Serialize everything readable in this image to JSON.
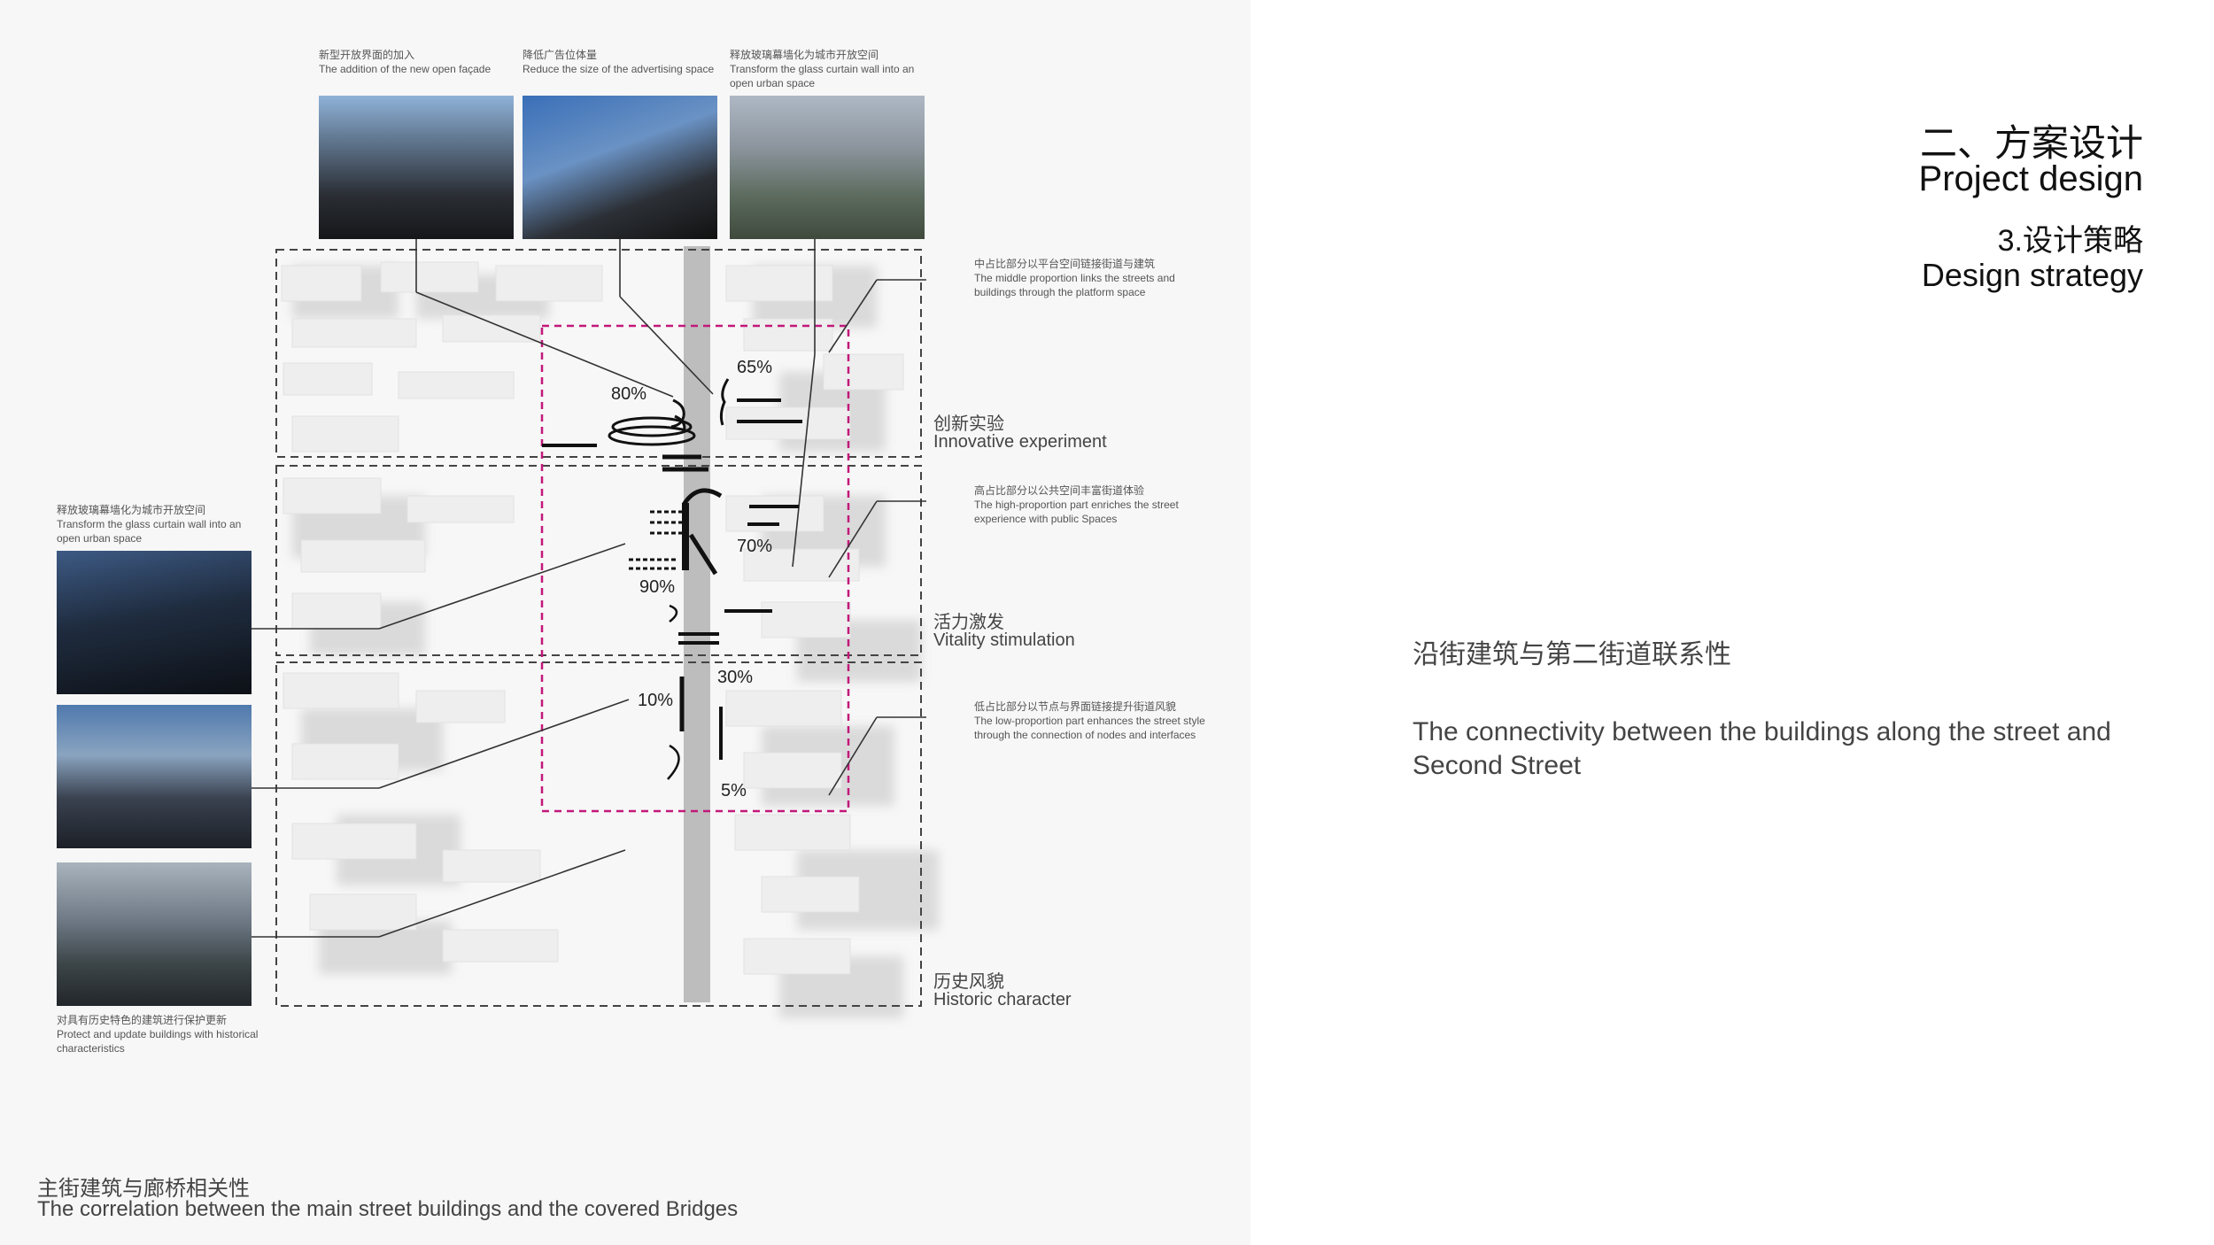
{
  "header": {
    "section_cn": "二、方案设计",
    "section_en": "Project design",
    "sub_cn": "3.设计策略",
    "sub_en": "Design strategy"
  },
  "connectivity": {
    "cn": "沿街建筑与第二街道联系性",
    "en": "The connectivity between the buildings along the street and Second Street"
  },
  "bottom": {
    "cn": "主街建筑与廊桥相关性",
    "en": "The correlation between the main street buildings and the covered Bridges"
  },
  "top_photos": [
    {
      "cn": "新型开放界面的加入",
      "en": "The addition of the new open façade"
    },
    {
      "cn": "降低广告位体量",
      "en": "Reduce the size of the advertising space"
    },
    {
      "cn": "释放玻璃幕墙化为城市开放空间",
      "en": "Transform the glass curtain wall into an open urban space"
    }
  ],
  "left_photos": {
    "top_caption_cn": "释放玻璃幕墙化为城市开放空间",
    "top_caption_en": "Transform the glass curtain wall into an open urban space",
    "bottom_caption_cn": "对具有历史特色的建筑进行保护更新",
    "bottom_caption_en": "Protect and update buildings with historical characteristics"
  },
  "right_notes": [
    {
      "cn": "中占比部分以平台空间链接街道与建筑",
      "en": "The middle proportion links the streets and buildings through the platform space"
    },
    {
      "cn": "高占比部分以公共空间丰富街道体验",
      "en": "The high-proportion part enriches the street experience with public Spaces"
    },
    {
      "cn": "低占比部分以节点与界面链接提升街道风貌",
      "en": "The low-proportion part enhances the street style through the connection of nodes and interfaces"
    }
  ],
  "zones": [
    {
      "cn": "创新实验",
      "en": "Innovative experiment"
    },
    {
      "cn": "活力激发",
      "en": "Vitality stimulation"
    },
    {
      "cn": "历史风貌",
      "en": "Historic character"
    }
  ],
  "percentages": {
    "p80": "80%",
    "p65": "65%",
    "p70": "70%",
    "p90": "90%",
    "p30": "30%",
    "p10": "10%",
    "p5": "5%"
  },
  "colors": {
    "accent": "#c2187a",
    "road": "#bdbdbd",
    "panel": "#f7f7f7"
  }
}
